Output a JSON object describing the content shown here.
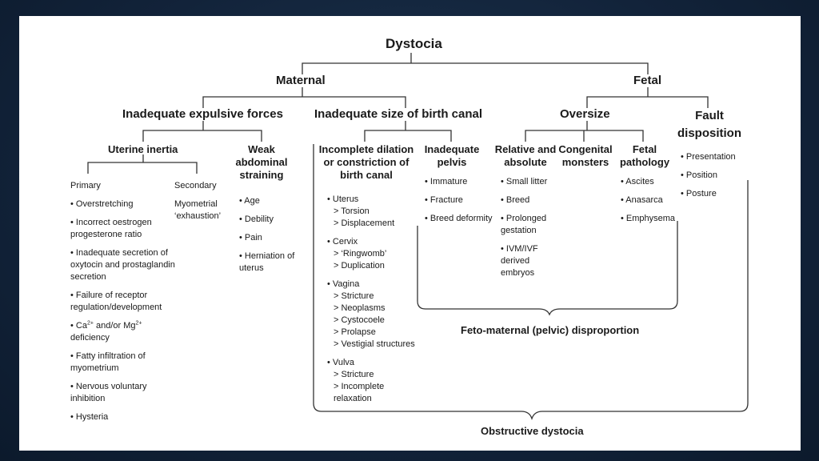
{
  "title": "Dystocia",
  "maternal": {
    "label": "Maternal",
    "expulsive": {
      "label": "Inadequate expulsive forces",
      "uterine_inertia": {
        "label": "Uterine inertia",
        "primary": {
          "label": "Primary",
          "items": [
            "• Overstretching",
            "• Incorrect oestrogen progesterone ratio",
            "• Inadequate secretion of oxytocin and prostaglandin secretion",
            "• Failure of receptor regulation/development",
            "• Ca2+ and/or Mg2+ deficiency",
            "• Fatty infiltration of myometrium",
            "• Nervous voluntary inhibition",
            "• Hysteria"
          ]
        },
        "secondary": {
          "label": "Secondary",
          "text": "Myometrial ‘exhaustion’"
        }
      },
      "weak_abdominal": {
        "label": "Weak abdominal straining",
        "items": [
          "• Age",
          "• Debility",
          "• Pain",
          "• Herniation of uterus"
        ]
      }
    },
    "birth_canal": {
      "label": "Inadequate size of birth canal",
      "incomplete": {
        "label": "Incomplete dilation or constriction of birth canal",
        "groups": [
          {
            "head": "• Uterus",
            "subs": [
              "> Torsion",
              "> Displacement"
            ]
          },
          {
            "head": "• Cervix",
            "subs": [
              "> ‘Ringwomb’",
              "> Duplication"
            ]
          },
          {
            "head": "• Vagina",
            "subs": [
              "> Stricture",
              "> Neoplasms",
              "> Cystocoele",
              "> Prolapse",
              "> Vestigial structures"
            ]
          },
          {
            "head": "• Vulva",
            "subs": [
              "> Stricture",
              "> Incomplete relaxation"
            ]
          }
        ]
      },
      "pelvis": {
        "label": "Inadequate pelvis",
        "items": [
          "• Immature",
          "• Fracture",
          "• Breed deformity"
        ]
      }
    }
  },
  "fetal": {
    "label": "Fetal",
    "oversize": {
      "label": "Oversize",
      "relative": {
        "label": "Relative and absolute",
        "items": [
          "• Small litter",
          "• Breed",
          "• Prolonged gestation",
          "• IVM/IVF derived embryos"
        ]
      },
      "congenital": {
        "label": "Congenital monsters"
      },
      "pathology": {
        "label": "Fetal pathology",
        "items": [
          "• Ascites",
          "• Anasarca",
          "• Emphysema"
        ]
      }
    },
    "fault": {
      "label": "Fault disposition",
      "items": [
        "• Presentation",
        "• Position",
        "• Posture"
      ]
    }
  },
  "feto_maternal_label": "Feto-maternal (pelvic) disproportion",
  "obstructive_label": "Obstructive dystocia"
}
